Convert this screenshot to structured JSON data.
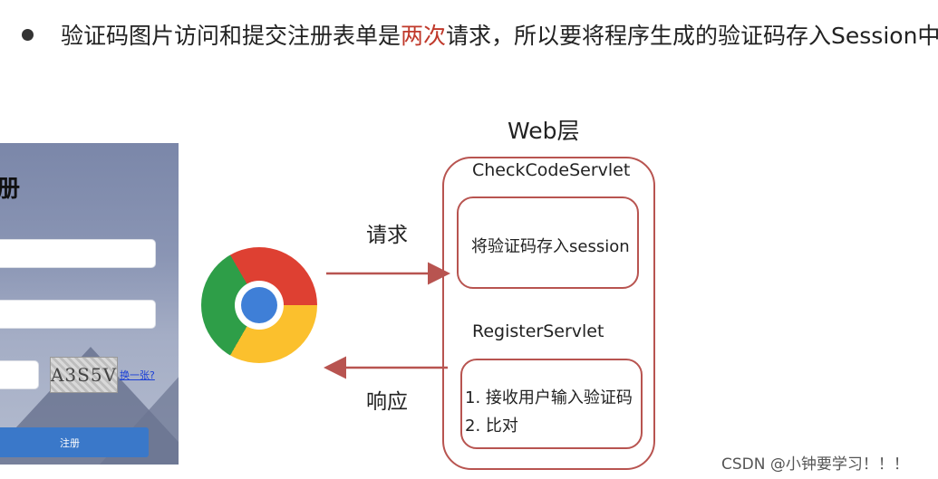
{
  "headline": {
    "before": "验证码图片访问和提交注册表单是",
    "highlight": "两次",
    "after": "请求，所以要将程序生成的验证码存入Session中"
  },
  "register_form": {
    "title": "册",
    "captcha_text": "A3S5V",
    "refresh_link": "换一张?",
    "submit_label": "注册"
  },
  "flow": {
    "request_label": "请求",
    "response_label": "响应"
  },
  "web_tier": {
    "title": "Web层",
    "check_code_servlet": {
      "name": "CheckCodeServlet",
      "action": "将验证码存入session"
    },
    "register_servlet": {
      "name": "RegisterServlet",
      "steps": [
        "1. 接收用户输入验证码",
        "2. 比对"
      ]
    }
  },
  "colors": {
    "highlight": "#c0392b",
    "box_border": "#b85450",
    "submit_button": "#3a78c9"
  },
  "watermark": "CSDN @小钟要学习！！！"
}
